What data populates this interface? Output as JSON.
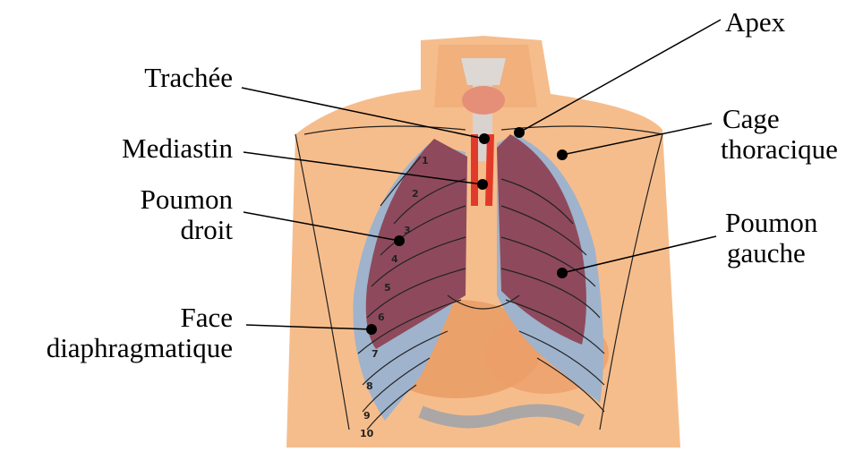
{
  "labels": {
    "trachee": "Trachée",
    "mediastin": "Mediastin",
    "poumon_droit_1": "Poumon",
    "poumon_droit_2": "droit",
    "face_1": "Face",
    "face_2": "diaphragmatique",
    "apex": "Apex",
    "cage_1": "Cage",
    "cage_2": "thoracique",
    "poumon_gauche_1": "Poumon",
    "poumon_gauche_2": "gauche"
  },
  "rib_numbers": [
    "1",
    "2",
    "3",
    "4",
    "5",
    "6",
    "7",
    "8",
    "9",
    "10"
  ],
  "colors": {
    "skin": "#f6bd8c",
    "skin_dark": "#e99a62",
    "lung": "#8e4a5c",
    "pleura": "#9fb3cc",
    "trachea": "#d8d3cf",
    "artery": "#e23a2a",
    "thyroid": "#e58f78",
    "intestine": "#aaa7a6"
  }
}
